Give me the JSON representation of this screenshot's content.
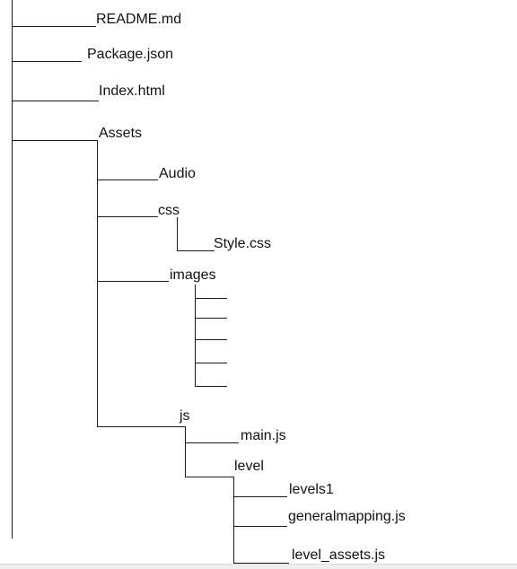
{
  "tree": {
    "root_files": {
      "readme": "README.md",
      "package": "Package.json",
      "index": "Index.html"
    },
    "assets": {
      "label": "Assets",
      "audio": "Audio",
      "css": {
        "label": "css",
        "style": "Style.css"
      },
      "images": {
        "label": "images"
      },
      "js": {
        "label": "js",
        "main": "main.js",
        "level": {
          "label": "level",
          "levels1": "levels1",
          "generalmapping": "generalmapping.js",
          "level_assets": "level_assets.js"
        }
      }
    }
  },
  "colors": {
    "line": "#1a1a1a",
    "text": "#111111",
    "background": "#ffffff"
  }
}
